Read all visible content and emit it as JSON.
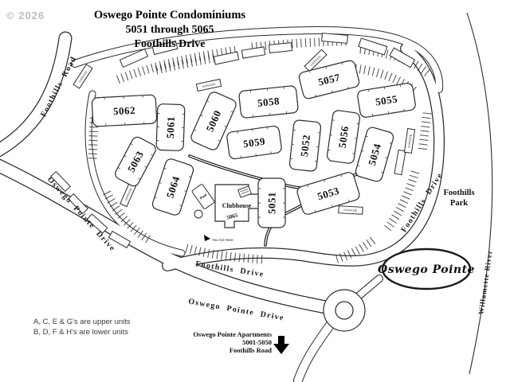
{
  "watermark": "© 2026",
  "title": {
    "line1": "Oswego Pointe Condominiums",
    "line2": "5051 through 5065",
    "line3": "Foothills Drive"
  },
  "legend": {
    "line1": "A, C, E & G's are upper units",
    "line2": "B, D, F & H's are lower units"
  },
  "roads": {
    "foothills_road": "Foothills Road",
    "oswego_pointe_drive_west": "Oswego Pointe Drive",
    "foothills_drive_south": "Foothills Drive",
    "oswego_pointe_drive_south": "Oswego Pointe Drive",
    "foothills_drive_east": "Foothills Drive"
  },
  "river": {
    "label": "Willamette River"
  },
  "park": {
    "line1": "Foothills",
    "line2": "Park"
  },
  "logo": {
    "text": "Oswego Pointe"
  },
  "clubhouse": {
    "label": "Clubhouse",
    "number": "5065",
    "pool_label": "Pool",
    "you_are_here": "You Are Here"
  },
  "apartments_sign": {
    "line1": "Oswego Pointe Apartments",
    "line2": "5001-5050",
    "line3": "Foothills Road"
  },
  "garage_label": "GARAGE",
  "buildings": [
    {
      "number": "5062"
    },
    {
      "number": "5061"
    },
    {
      "number": "5060"
    },
    {
      "number": "5058"
    },
    {
      "number": "5057"
    },
    {
      "number": "5055"
    },
    {
      "number": "5059"
    },
    {
      "number": "5052"
    },
    {
      "number": "5056"
    },
    {
      "number": "5054"
    },
    {
      "number": "5063"
    },
    {
      "number": "5064"
    },
    {
      "number": "5053"
    },
    {
      "number": "5051"
    }
  ],
  "colors": {
    "line": "#2b2b2b",
    "watermark": "#bdbdbd",
    "background": "#ffffff"
  }
}
